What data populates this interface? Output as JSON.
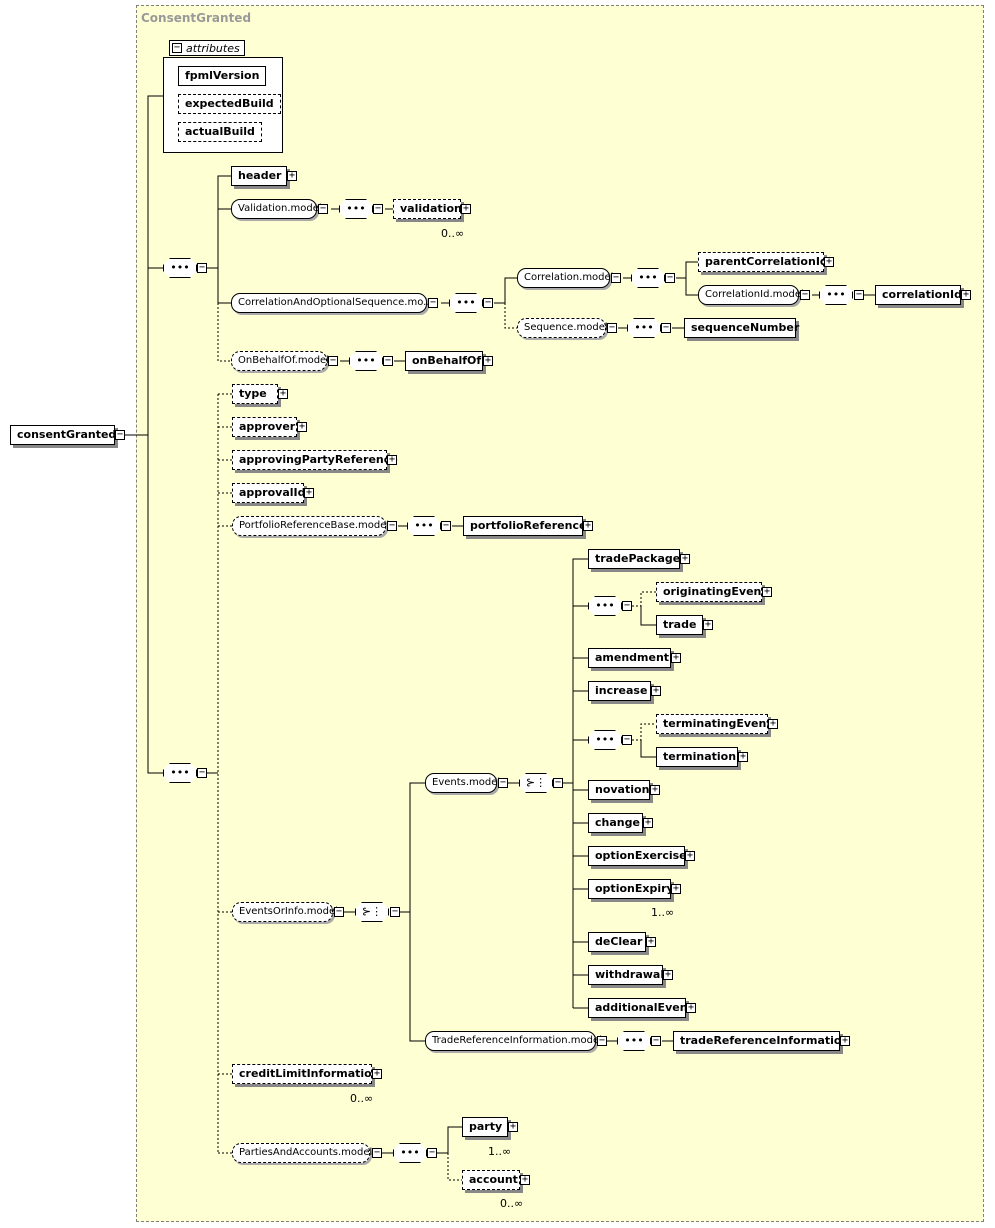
{
  "complex_type": "ConsentGranted",
  "root": {
    "label": "consentGranted",
    "expander": "−"
  },
  "attributes": {
    "title": "attributes",
    "items": [
      {
        "label": "fpmlVersion",
        "optional": false
      },
      {
        "label": "expectedBuild",
        "optional": true
      },
      {
        "label": "actualBuild",
        "optional": true
      }
    ]
  },
  "nodes": {
    "header": "header",
    "validation_model": "Validation.model",
    "validation": "validation",
    "validation_card": "0..∞",
    "corr_opt_seq": "CorrelationAndOptionalSequence.mo...",
    "correlation_model": "Correlation.model",
    "parent_correlation_id": "parentCorrelationId",
    "correlation_id_model": "CorrelationId.model",
    "correlation_id": "correlationId",
    "sequence_model": "Sequence.model",
    "sequence_number": "sequenceNumber",
    "on_behalf_of_model": "OnBehalfOf.model",
    "on_behalf_of": "onBehalfOf",
    "type": "type",
    "approver": "approver",
    "approving_party_reference": "approvingPartyReference",
    "approval_id": "approvalId",
    "portfolio_reference_base_model": "PortfolioReferenceBase.model",
    "portfolio_reference": "portfolioReference",
    "events_or_info_model": "EventsOrInfo.model",
    "events_model": "Events.model",
    "trade_package": "tradePackage",
    "originating_event": "originatingEvent",
    "trade": "trade",
    "amendment": "amendment",
    "increase": "increase",
    "terminating_event": "terminatingEvent",
    "termination": "termination",
    "novation": "novation",
    "change": "change",
    "option_exercise": "optionExercise",
    "option_expiry": "optionExpiry",
    "option_expiry_card": "1..∞",
    "de_clear": "deClear",
    "withdrawal": "withdrawal",
    "additional_event": "additionalEvent",
    "trade_ref_info_model": "TradeReferenceInformation.model",
    "trade_reference_information": "tradeReferenceInformation",
    "credit_limit_information": "creditLimitInformation",
    "credit_limit_card": "0..∞",
    "parties_and_accounts_model": "PartiesAndAccounts.model",
    "party": "party",
    "party_card": "1..∞",
    "account": "account",
    "account_card": "0..∞"
  },
  "symbols": {
    "expand": "+",
    "collapse": "−",
    "sequence": "•••",
    "choice": "⊱⋮"
  }
}
